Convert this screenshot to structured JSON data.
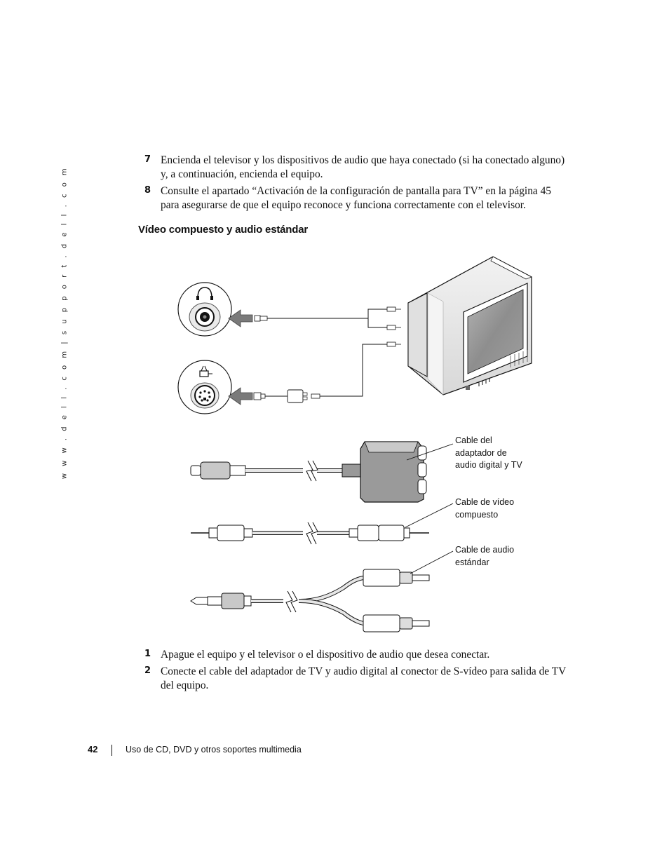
{
  "side_url": "w w w . d e l l . c o m  |  s u p p o r t . d e l l . c o m",
  "steps_top": [
    {
      "num": "7",
      "text": "Encienda el televisor y los dispositivos de audio que haya conectado (si ha conectado alguno) y, a continuación, encienda el equipo."
    },
    {
      "num": "8",
      "text": "Consulte el apartado “Activación de la configuración de pantalla para TV” en la página 45 para asegurarse de que el equipo reconoce y funciona correctamente con el televisor."
    }
  ],
  "section_heading": "Vídeo compuesto y audio estándar",
  "callouts": {
    "adapter": "Cable del\nadaptador de\naudio digital y TV",
    "video": "Cable de vídeo\ncompuesto",
    "audio": "Cable de audio\nestándar"
  },
  "steps_bottom": [
    {
      "num": "1",
      "text": "Apague el equipo y el televisor o el dispositivo de audio que desea conectar."
    },
    {
      "num": "2",
      "text": "Conecte el cable del adaptador de TV y audio digital al conector de S-vídeo para salida de TV del equipo."
    }
  ],
  "footer": {
    "page_number": "42",
    "chapter": "Uso de CD, DVD y otros soportes multimedia"
  }
}
